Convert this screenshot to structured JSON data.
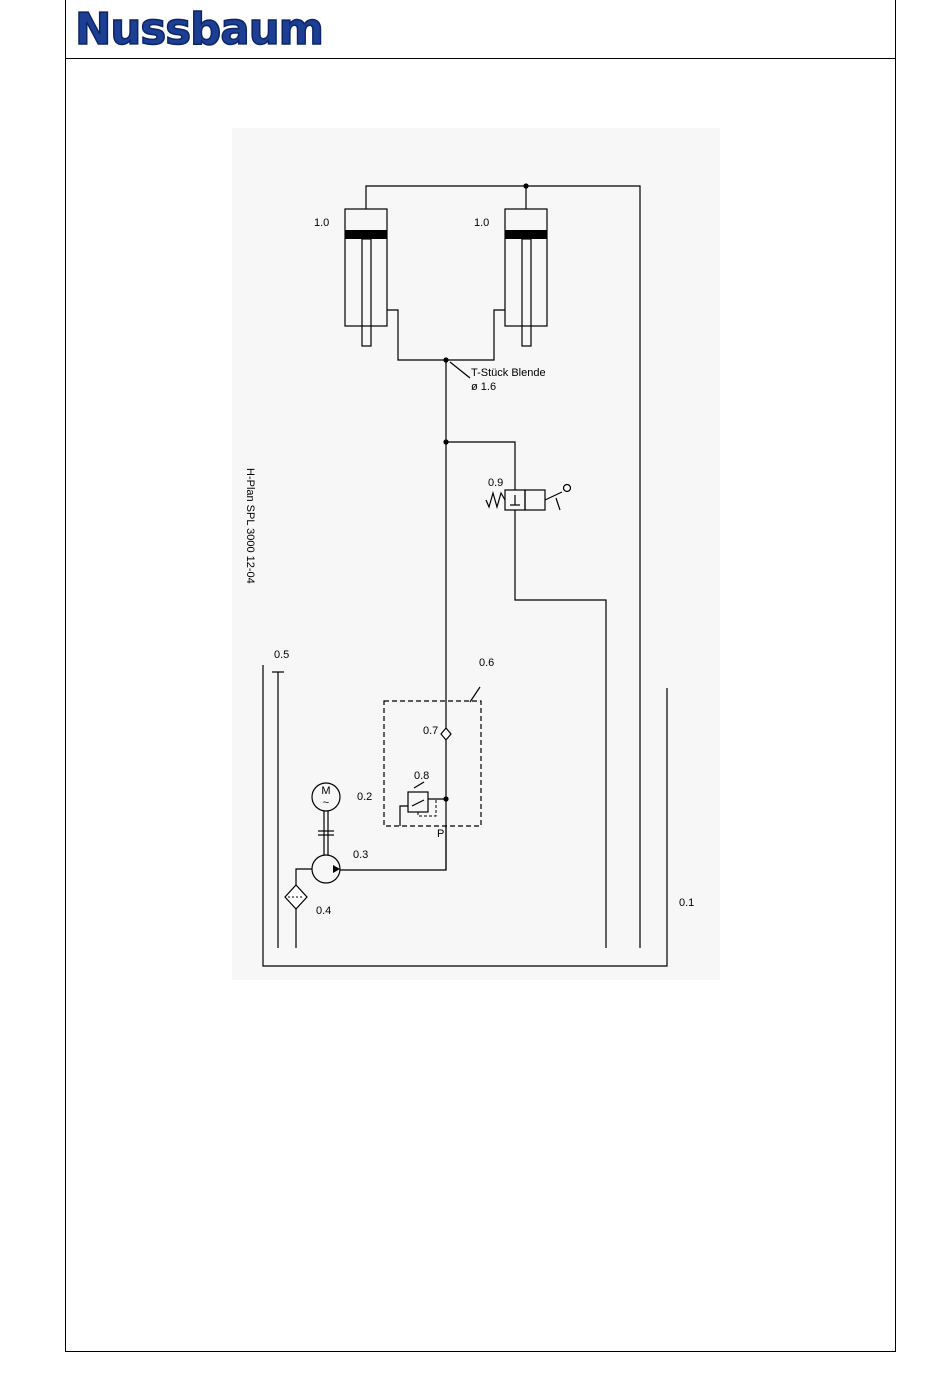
{
  "header": {
    "logo_text": "Nussbaum"
  },
  "diagram": {
    "title_vertical": "H-Plan SPL 3000 12-04",
    "labels": {
      "cyl_left": "1.0",
      "cyl_right": "1.0",
      "tee_line1": "T-Stück Blende",
      "tee_line2": "ø 1.6",
      "valve_09": "0.9",
      "tank_05": "0.5",
      "block_06": "0.6",
      "check_07": "0.7",
      "relief_08": "0.8",
      "motor_02": "0.2",
      "pump_03": "0.3",
      "filter_04": "0.4",
      "tank_01": "0.1",
      "port_p": "P",
      "motor_symbol": "M",
      "motor_tilde": "~"
    }
  },
  "colors": {
    "logo_blue": "#1c3f94",
    "line": "#000000",
    "scan_bg": "#f7f7f7"
  }
}
